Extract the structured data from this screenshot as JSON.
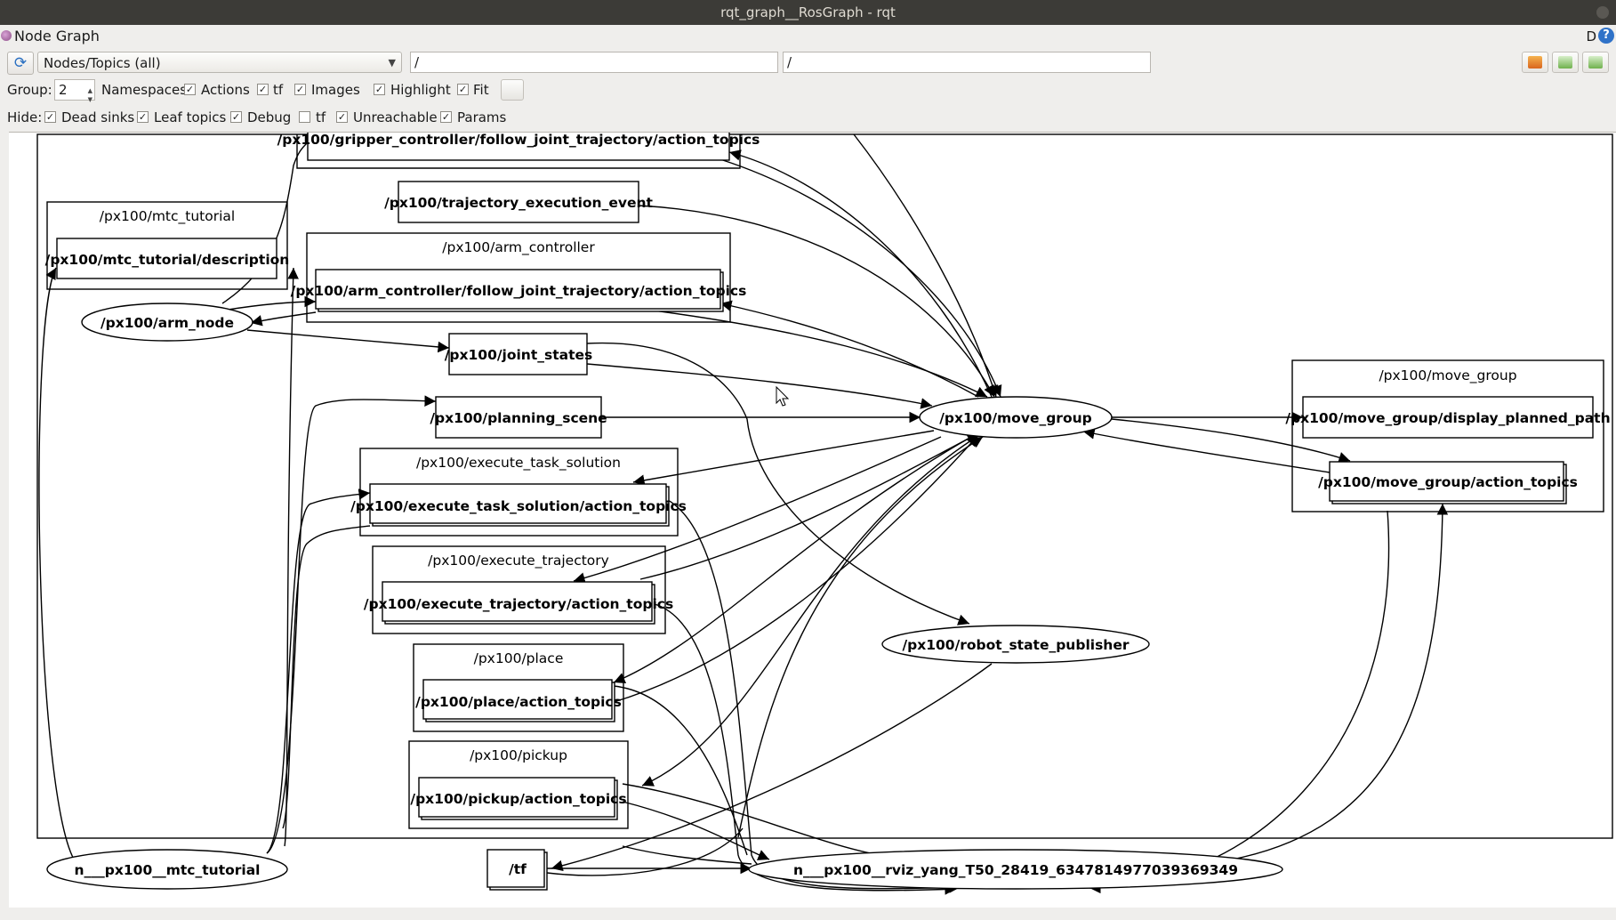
{
  "window": {
    "title": "rqt_graph__RosGraph - rqt"
  },
  "dock": {
    "title": "Node Graph",
    "d_label": "D",
    "help_label": "?"
  },
  "toolbar": {
    "view_mode": "Nodes/Topics (all)",
    "namespace_filter": "/",
    "topic_filter": "/",
    "group_label": "Group:",
    "group_value": "2",
    "namespaces_label": "Namespaces",
    "actions_label": "Actions",
    "tf_label": "tf",
    "images_label": "Images",
    "highlight_label": "Highlight",
    "fit_label": "Fit"
  },
  "hide": {
    "label": "Hide:",
    "dead_sinks": "Dead sinks",
    "leaf_topics": "Leaf topics",
    "debug": "Debug",
    "tf": "tf",
    "unreachable": "Unreachable",
    "params": "Params"
  },
  "checks": {
    "actions": true,
    "tf": true,
    "images": true,
    "highlight": true,
    "fit": true,
    "dead_sinks": true,
    "leaf_topics": true,
    "debug": true,
    "hide_tf": false,
    "unreachable": true,
    "params": true
  },
  "graph": {
    "clusters": {
      "mtc_tutorial": "/px100/mtc_tutorial",
      "arm_controller": "/px100/arm_controller",
      "execute_task_solution": "/px100/execute_task_solution",
      "execute_trajectory": "/px100/execute_trajectory",
      "place": "/px100/place",
      "pickup": "/px100/pickup",
      "move_group": "/px100/move_group"
    },
    "topics": {
      "gripper_action": "/px100/gripper_controller/follow_joint_trajectory/action_topics",
      "trajectory_event": "/px100/trajectory_execution_event",
      "mtc_description": "/px100/mtc_tutorial/description",
      "arm_action": "/px100/arm_controller/follow_joint_trajectory/action_topics",
      "joint_states": "/px100/joint_states",
      "planning_scene": "/px100/planning_scene",
      "ets_action": "/px100/execute_task_solution/action_topics",
      "et_action": "/px100/execute_trajectory/action_topics",
      "place_action": "/px100/place/action_topics",
      "pickup_action": "/px100/pickup/action_topics",
      "display_planned_path": "/px100/move_group/display_planned_path",
      "move_group_action": "/px100/move_group/action_topics",
      "tf": "/tf"
    },
    "nodes": {
      "arm_node": "/px100/arm_node",
      "move_group": "/px100/move_group",
      "robot_state_publisher": "/px100/robot_state_publisher",
      "mtc_tutorial_node": "n___px100__mtc_tutorial",
      "rviz_node": "n___px100__rviz_yang_T50_28419_6347814977039369349"
    }
  },
  "colors": {
    "titlebar": "#3c3b37",
    "accent": "#2f72c8",
    "canvas": "#ffffff"
  }
}
